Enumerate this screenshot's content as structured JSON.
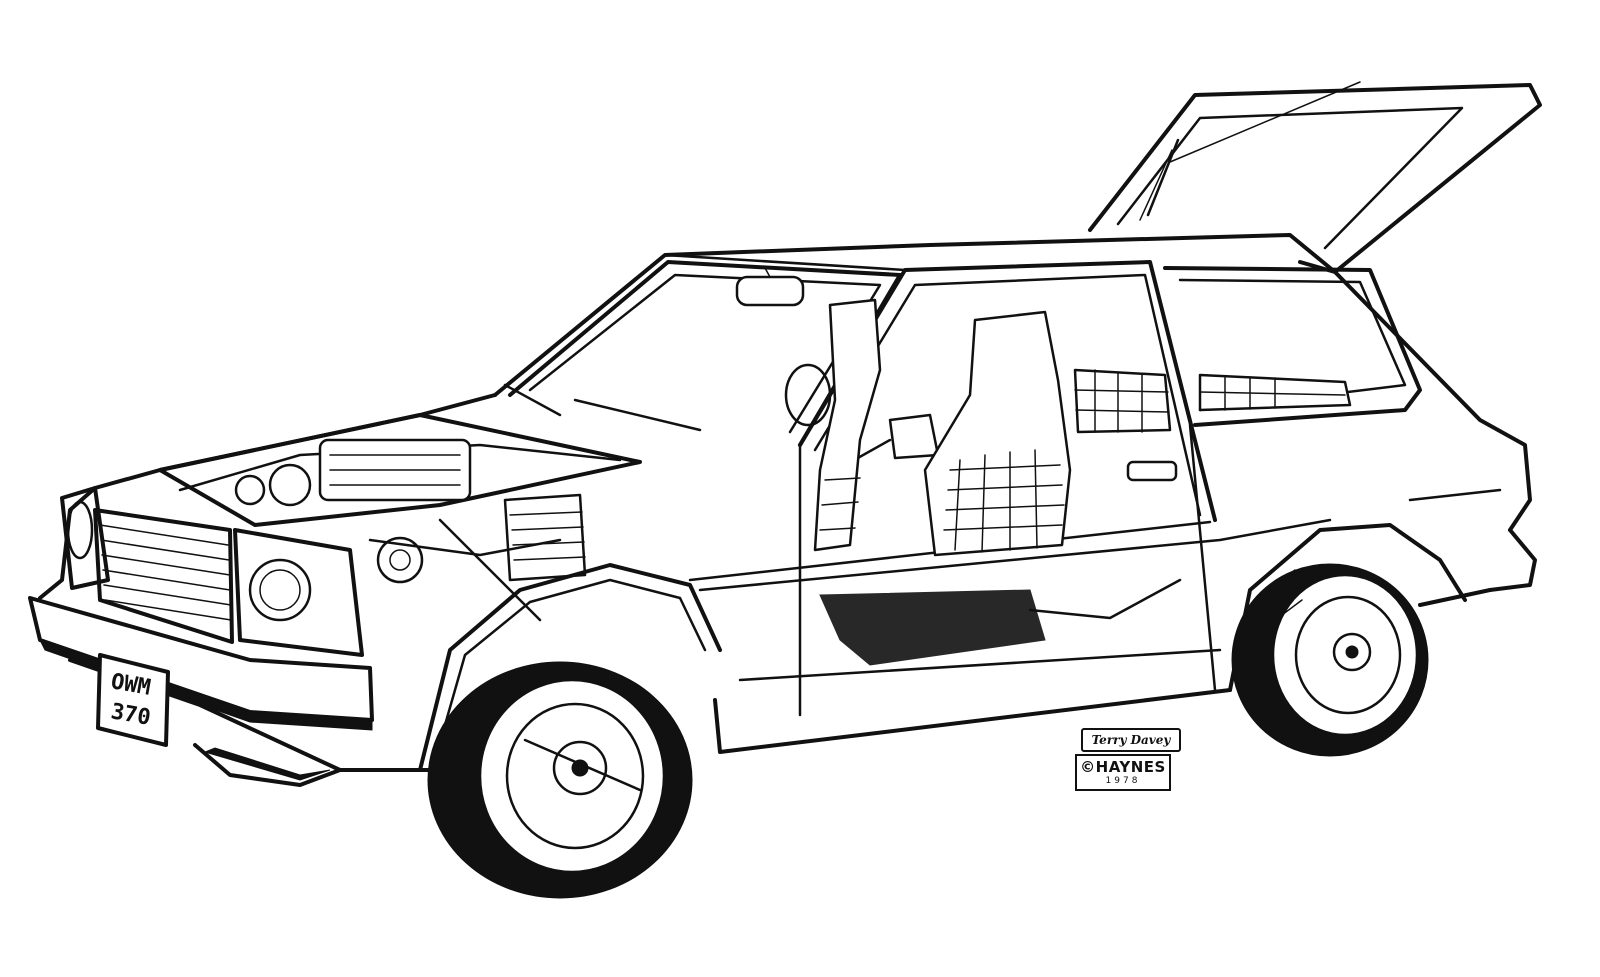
{
  "illustration": {
    "subject_icon": "car-cutaway-illustration",
    "line_color": "#111111",
    "background_color": "#ffffff"
  },
  "license_plate": {
    "line1": "OWM",
    "line2": "370"
  },
  "artist_signature": "Terry Davey",
  "copyright": {
    "symbol": "©",
    "publisher": "HAYNES",
    "year": "1978"
  }
}
